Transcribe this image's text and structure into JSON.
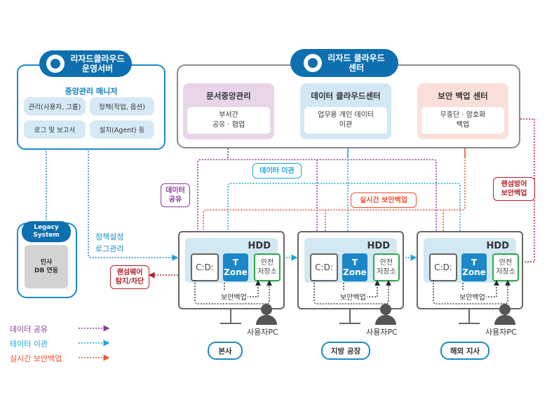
{
  "ops_server": {
    "title_line1": "리자드클라우드",
    "title_line2": "운영서버",
    "manager_title": "중앙관리 매니저",
    "cells": [
      "관리(사용자, 그룹)",
      "정책(작업, 옵션)",
      "로그 및 보고서",
      "설치(Agent) 등"
    ]
  },
  "cloud_center": {
    "title_line1": "리자드 클라우드",
    "title_line2": "센터",
    "services": [
      {
        "title": "문서중앙관리",
        "desc_line1": "부서간",
        "desc_line2": "공유 · 협업",
        "bg": "#e8d5ea"
      },
      {
        "title": "데이터 클라우드센터",
        "desc_line1": "업무용 개인 데이터",
        "desc_line2": "이관",
        "bg": "#d2e8f5"
      },
      {
        "title": "보안 백업 센터",
        "desc_line1": "무중단 · 암호화",
        "desc_line2": "백업",
        "bg": "#fbe0da"
      }
    ]
  },
  "legacy": {
    "title_line1": "Legacy",
    "title_line2": "System",
    "desc_line1": "인사",
    "desc_line2": "DB 연동"
  },
  "notes": {
    "policy_line1": "정책설정",
    "policy_line2": "로그관리"
  },
  "tags": {
    "data_share_line1": "데이터",
    "data_share_line2": "공유",
    "data_migration": "데이터 이관",
    "realtime_backup": "실시간 보안백업",
    "ransom_defense_line1": "랜섬방어",
    "ransom_defense_line2": "보안백업",
    "ransom_detect_line1": "랜섬웨어",
    "ransom_detect_line2": "탐지/차단"
  },
  "pc": {
    "hdd": "HDD",
    "cd": "C:D:",
    "tzone_line1": "T",
    "tzone_line2": "Zone",
    "safe_line1": "안전",
    "safe_line2": "저장소",
    "backup": "보안백업",
    "user": "사용자PC"
  },
  "sites": [
    "본사",
    "지방 공장",
    "해외 지사"
  ],
  "legend": [
    {
      "label": "데이터 공유",
      "color": "#8b3a9a"
    },
    {
      "label": "테이터 이관",
      "color": "#1ba6dc"
    },
    {
      "label": "실시간 보안백업",
      "color": "#f0502e"
    }
  ],
  "colors": {
    "purple": "#8b3a9a",
    "cyan": "#1ba6dc",
    "orange": "#f0502e",
    "darkred": "#b5202a",
    "blue": "#0e6fb0"
  }
}
